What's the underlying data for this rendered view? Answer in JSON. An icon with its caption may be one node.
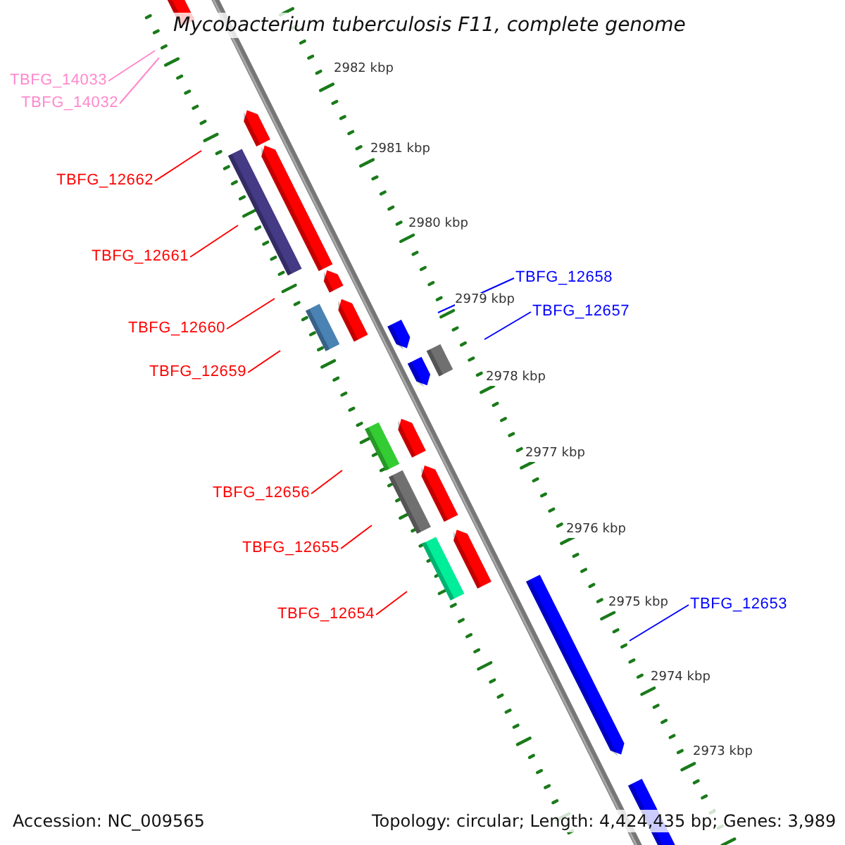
{
  "diagram": {
    "title": "Mycobacterium tuberculosis F11, complete genome",
    "nodes": [
      {
        "text": [
          "TBFG_14033"
        ]
      },
      {
        "text": [
          "TBFG_14032"
        ]
      },
      {
        "text": [
          "TBFG_12662"
        ]
      },
      {
        "text": [
          "TBFG_12661"
        ]
      },
      {
        "text": [
          "TBFG_12658"
        ]
      },
      {
        "text": [
          "TBFG_12660"
        ]
      },
      {
        "text": [
          "TBFG_12657"
        ]
      },
      {
        "text": [
          "TBFG_12659"
        ]
      },
      {
        "text": [
          "TBFG_12656"
        ]
      },
      {
        "text": [
          "TBFG_12655"
        ]
      },
      {
        "text": [
          "TBFG_12653"
        ]
      },
      {
        "text": [
          "TBFG_12654"
        ]
      }
    ],
    "edges": [
      {
        "from": 0,
        "to": null,
        "arrow": "none",
        "color": "#ff88cc"
      },
      {
        "from": 1,
        "to": null,
        "arrow": "none",
        "color": "#ff88cc"
      },
      {
        "from": 2,
        "to": null,
        "arrow": "none"
      },
      {
        "from": 3,
        "to": null,
        "arrow": "none"
      },
      {
        "from": 4,
        "to": null,
        "arrow": "none",
        "color": "#0000ff"
      },
      {
        "from": 5,
        "to": null,
        "arrow": "none"
      },
      {
        "from": 6,
        "to": null,
        "arrow": "none",
        "color": "#0000ff"
      },
      {
        "from": 7,
        "to": null,
        "arrow": "none"
      },
      {
        "from": 8,
        "to": null,
        "arrow": "none"
      },
      {
        "from": 9,
        "to": null,
        "arrow": "none"
      },
      {
        "from": 10,
        "to": null,
        "arrow": "none",
        "color": "#0000ff"
      },
      {
        "from": 11,
        "to": null,
        "arrow": "none"
      }
    ],
    "labels": [
      "2982 kbp",
      "2981 kbp",
      "2980 kbp",
      "2979 kbp",
      "2978 kbp",
      "2977 kbp",
      "2976 kbp",
      "2975 kbp",
      "2974 kbp",
      "2973 kbp",
      "Accession: NC_009565",
      "Topology: circular; Length: 4,424,435 bp; Genes: 3,989"
    ]
  }
}
